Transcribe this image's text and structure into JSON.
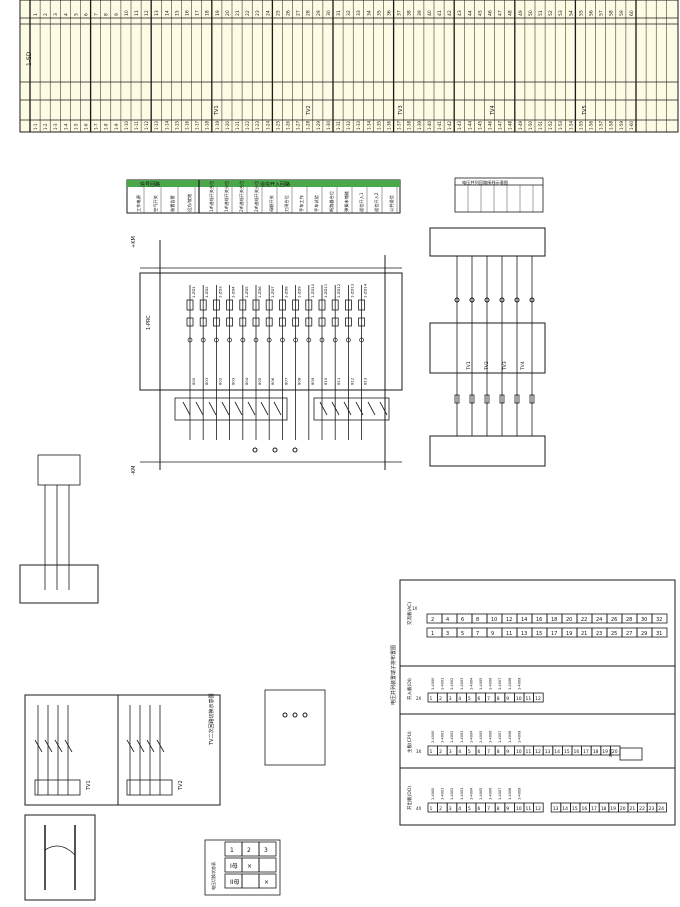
{
  "colors": {
    "line": "#1a1a1a",
    "table_bg": "#fdfbe3",
    "legend_green": "#4aa84a",
    "legend_bg": "#eef8ee"
  },
  "top_table": {
    "title": "1-SD",
    "column_count": 64,
    "row_labels": [
      "TV1",
      "TV2",
      "TV3",
      "TV4",
      "TV5"
    ]
  },
  "legend": {
    "group1": "信号回路",
    "group2": "遥信开入回路",
    "items": [
      "工作电源",
      "空气开关",
      "装置告警",
      "远方/就地",
      "1#进线开关合位",
      "1#进线开关分位",
      "2#进线开关合位",
      "2#进线开关分位",
      "母联开关",
      "刀闸合位",
      "手车工作",
      "手车试验",
      "断路器合位",
      "弹簧未储能",
      "遥信开入1",
      "遥信开入2",
      "公共遥信"
    ]
  },
  "main_schematic": {
    "device_label": "1-PRC",
    "columns": 14,
    "terminal_prefix": "1-ZD"
  },
  "right_schematic": {
    "title": "电压并列回路接线示意图",
    "labels": [
      "TV1",
      "TV2",
      "TV3",
      "TV4"
    ]
  },
  "terminal_layout": {
    "title": "电压并列装置端子排布置图",
    "panels": [
      {
        "name": "交流板(AC)",
        "tag": "1X",
        "top_row": [
          "2",
          "4",
          "6",
          "8",
          "10",
          "12",
          "14",
          "16",
          "18",
          "20",
          "22",
          "24",
          "26",
          "28",
          "30",
          "32"
        ],
        "bottom_row": [
          "1",
          "3",
          "5",
          "7",
          "9",
          "11",
          "13",
          "15",
          "17",
          "19",
          "21",
          "23",
          "25",
          "27",
          "29",
          "31"
        ]
      },
      {
        "name": "开入板(DI)",
        "tag": "2X",
        "cells": [
          "1",
          "2",
          "3",
          "4",
          "5",
          "6",
          "7",
          "8",
          "9",
          "10",
          "11",
          "12"
        ]
      },
      {
        "name": "主板(CPU)",
        "tag": "3X",
        "cells": [
          "1",
          "2",
          "3",
          "4",
          "5",
          "6",
          "7",
          "8",
          "9",
          "10",
          "11",
          "12",
          "13",
          "14",
          "15",
          "16",
          "17",
          "18",
          "19",
          "20"
        ],
        "extra_label": "串口"
      },
      {
        "name": "开出板(DO)",
        "tag": "4X",
        "cells": [
          "1",
          "2",
          "3",
          "4",
          "5",
          "6",
          "7",
          "8",
          "9",
          "10",
          "11",
          "12",
          "13",
          "14",
          "15",
          "16",
          "17",
          "18",
          "19",
          "20",
          "21",
          "22",
          "23",
          "24"
        ]
      }
    ]
  },
  "bottom_left": {
    "title": "TV二次回路切换示意图",
    "labels": [
      "TV1",
      "TV2"
    ]
  },
  "small_table": {
    "title": "电压切换状态表",
    "rows": [
      [
        "1",
        "2",
        "3"
      ],
      [
        "I母",
        "×",
        ""
      ],
      [
        "II母",
        "",
        "×"
      ]
    ]
  }
}
